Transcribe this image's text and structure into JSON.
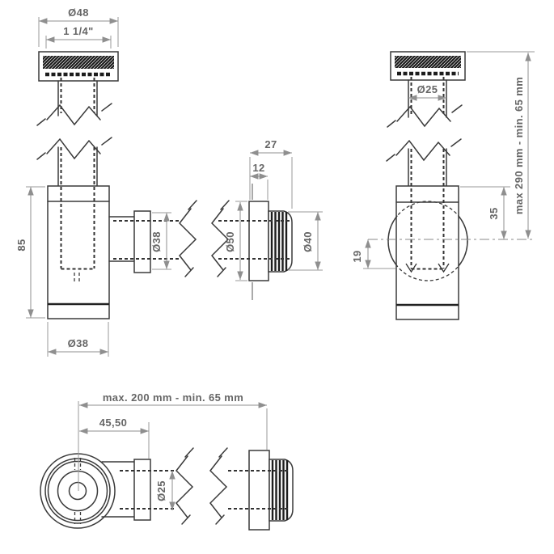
{
  "colors": {
    "background": "#ffffff",
    "line": "#3a3a3a",
    "dimension_line": "#8f8f8f",
    "dimension_text": "#666666"
  },
  "views": {
    "inlet_flange_front": {
      "dia_outer": "Ø48",
      "thread_size": "1 1/4\""
    },
    "inlet_flange_back": {
      "dia_pipe": "Ø25",
      "extension_range": "max 290 mm - min. 65 mm"
    },
    "trap_body_front": {
      "height": "85",
      "dia_outlet": "Ø38",
      "dia_base": "Ø38"
    },
    "wall_union_side": {
      "length_total": "27",
      "collar_width": "12",
      "dia_collar": "Ø50",
      "dia_thread": "Ø40"
    },
    "trap_body_back": {
      "inlet_depth": "35",
      "outlet_drop": "19"
    },
    "top_view": {
      "extension_range": "max. 200 mm - min. 65 mm",
      "axis_to_union_face": "45,50",
      "dia_pipe": "Ø25"
    }
  }
}
